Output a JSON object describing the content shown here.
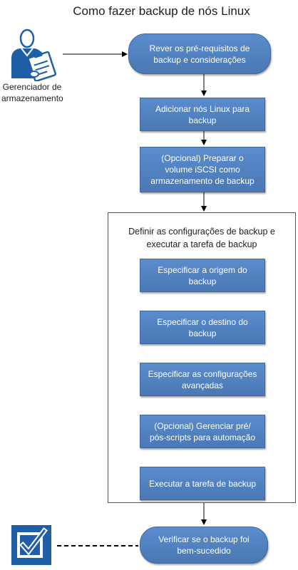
{
  "title": "Como fazer backup de nós Linux",
  "actor": {
    "label": "Gerenciador de\narmazenamento",
    "icon": "storage-manager-person-icon"
  },
  "steps": {
    "review": "Rever os pré-requisitos de\nbackup e considerações",
    "add_nodes": "Adicionar nós Linux para\nbackup",
    "prepare_iscsi": "(Opcional) Preparar o\nvolume iSCSI como\narmazenamento de backup",
    "verify": "Verificar se o backup foi\nbem-sucedido"
  },
  "group": {
    "title": "Definir as configurações de backup e\nexecutar a tarefa de backup",
    "steps": {
      "source": "Especificar a origem do\nbackup",
      "destination": "Especificar o destino do\nbackup",
      "advanced": "Especificar as configurações\navançadas",
      "scripts": "(Opcional) Gerenciar pré/\npós-scripts para automação",
      "run": "Executar a tarefa de backup"
    }
  },
  "verify_icon": "checkbox-checked-icon",
  "colors": {
    "box": "#4f81bd",
    "box_border": "#3d6aa0",
    "icon_blue": "#1f5fa8",
    "line": "#000000"
  }
}
